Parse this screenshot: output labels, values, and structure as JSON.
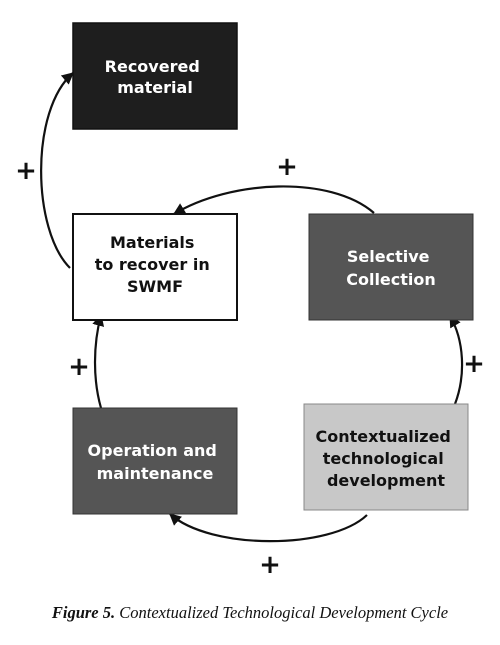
{
  "nodes": {
    "recovered_material": {
      "lines": [
        "Recovered",
        "material"
      ],
      "fill": "#1e1e1e",
      "text_color": "#ffffff"
    },
    "materials_to_recover": {
      "lines": [
        "Materials",
        "to recover in",
        "SWMF"
      ],
      "fill": "#ffffff",
      "text_color": "#111111"
    },
    "selective_collection": {
      "lines": [
        "Selective",
        "Collection"
      ],
      "fill": "#555555",
      "text_color": "#ffffff"
    },
    "operation_maintenance": {
      "lines": [
        "Operation and",
        "maintenance"
      ],
      "fill": "#555555",
      "text_color": "#ffffff"
    },
    "contextualized_development": {
      "lines": [
        "Contextualized",
        "technological",
        "development"
      ],
      "fill": "#c8c8c8",
      "text_color": "#111111"
    }
  },
  "edges": {
    "to_recovered": {
      "sign": "+"
    },
    "collection_to_materials": {
      "sign": "+"
    },
    "development_to_collection": {
      "sign": "+"
    },
    "development_to_operation": {
      "sign": "+"
    },
    "operation_to_materials": {
      "sign": "+"
    }
  },
  "caption": {
    "label": "Figure 5.",
    "text": "Contextualized Technological Development Cycle"
  }
}
